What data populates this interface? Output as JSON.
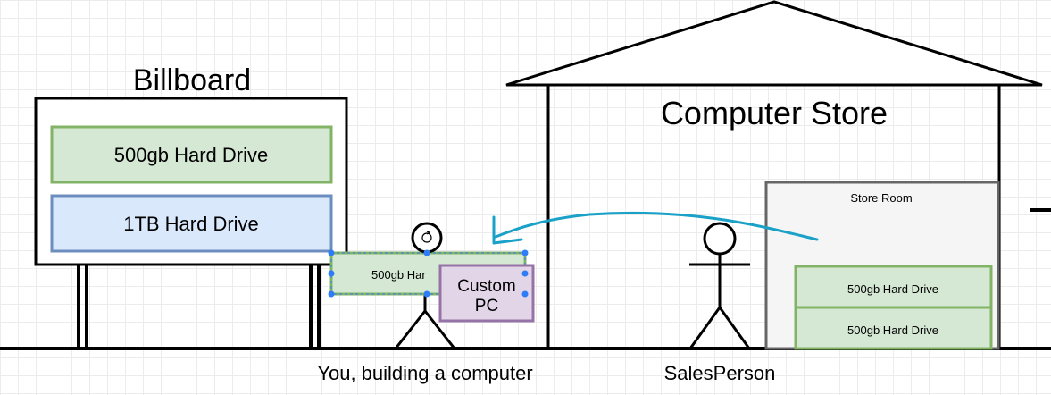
{
  "billboard": {
    "title": "Billboard",
    "items": [
      "500gb Hard Drive",
      "1TB Hard Drive"
    ]
  },
  "store": {
    "title": "Computer Store",
    "store_room": {
      "label": "Store Room",
      "items": [
        "500gb Hard Drive",
        "500gb Hard Drive"
      ]
    }
  },
  "selected_item": {
    "label": "500gb Har"
  },
  "custom_pc": {
    "label_line1": "Custom",
    "label_line2": "PC"
  },
  "people": {
    "you": "You, building a computer",
    "salesperson": "SalesPerson"
  },
  "colors": {
    "green_fill": "#d5e8d4",
    "green_stroke": "#82b366",
    "blue_fill": "#dae8fc",
    "blue_stroke": "#6c8ebf",
    "purple_fill": "#e1d5e7",
    "purple_stroke": "#9673a6",
    "room_fill": "#f5f5f5",
    "room_stroke": "#666666",
    "arrow": "#1aa1c8",
    "handle": "#2e7cf6"
  }
}
